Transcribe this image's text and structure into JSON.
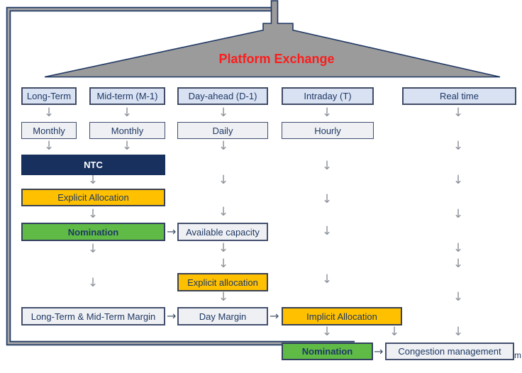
{
  "banner": {
    "title": "Platform Exchange",
    "title_color": "#fb1d1d",
    "shape": "gray-roof-triangle-with-chimney",
    "shape_fill": "#9b9b9b"
  },
  "icons": {
    "down_arrow": "↓",
    "right_arrow": "→"
  },
  "colors": {
    "frame_navy": "#1f3864",
    "frame_gray": "#a6a6a6",
    "text_navy": "#1f3864",
    "header_fill": "#d9e2f3",
    "light_fill": "#eef0f3",
    "ntc_fill": "#18305e",
    "orange_fill": "#ffc000",
    "green_fill": "#5fbb46",
    "down_arrow_gray": "#8a9099",
    "right_arrow_navy": "#44546a"
  },
  "nodes": {
    "long_term": {
      "label": "Long-Term"
    },
    "mid_term": {
      "label": "Mid-term (M-1)"
    },
    "day_ahead": {
      "label": "Day-ahead (D-1)"
    },
    "intraday": {
      "label": "Intraday (T)"
    },
    "real_time": {
      "label": "Real time"
    },
    "monthly_1": {
      "label": "Monthly"
    },
    "monthly_2": {
      "label": "Monthly"
    },
    "daily": {
      "label": "Daily"
    },
    "hourly": {
      "label": "Hourly"
    },
    "ntc": {
      "label": "NTC"
    },
    "explicit_allocation": {
      "label": "Explicit Allocation"
    },
    "nomination_lt": {
      "label": "Nomination"
    },
    "available_capacity": {
      "label": "Available capacity"
    },
    "explicit_allocation_da": {
      "label": "Explicit allocation"
    },
    "lt_mt_margin": {
      "label": "Long-Term & Mid-Term Margin"
    },
    "day_margin": {
      "label": "Day Margin"
    },
    "implicit_allocation": {
      "label": "Implicit Allocation"
    },
    "nomination_id": {
      "label": "Nomination"
    },
    "congestion_management": {
      "label": "Congestion management"
    }
  },
  "stray_text": "m"
}
